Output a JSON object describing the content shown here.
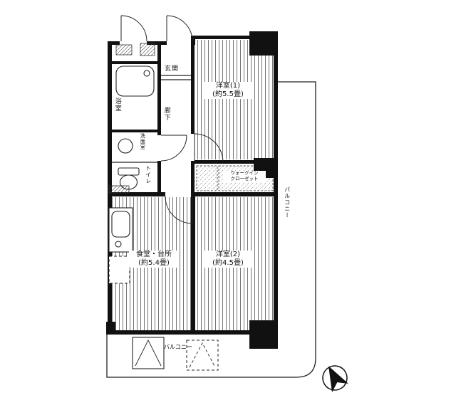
{
  "rooms": {
    "entrance": {
      "label": "玄関"
    },
    "hallway": {
      "label": "廊下"
    },
    "bathroom": {
      "label": "浴室"
    },
    "washroom": {
      "label": "洗面室"
    },
    "toilet": {
      "label": "トイレ"
    },
    "western_room_1": {
      "label": "洋室(1)",
      "size": "(約5.5畳)"
    },
    "western_room_2": {
      "label": "洋室(2)",
      "size": "(約4.5畳)"
    },
    "dining_kitchen": {
      "label": "食堂・台所",
      "size": "(約5.4畳)"
    },
    "walk_in_closet": {
      "label_line1": "ウォークイン",
      "label_line2": "クローゼット"
    },
    "balcony_side": {
      "label": "バルコニー"
    },
    "balcony_bottom": {
      "label": "バルコニー"
    }
  },
  "icons": {
    "compass": "north-arrow",
    "bathtub": "bathtub-icon",
    "washbasin": "washbasin-icon",
    "toilet": "toilet-icon",
    "kitchen_sink": "kitchen-sink-icon"
  },
  "colors": {
    "wall": "#111111",
    "line": "#222222",
    "background": "#ffffff"
  }
}
